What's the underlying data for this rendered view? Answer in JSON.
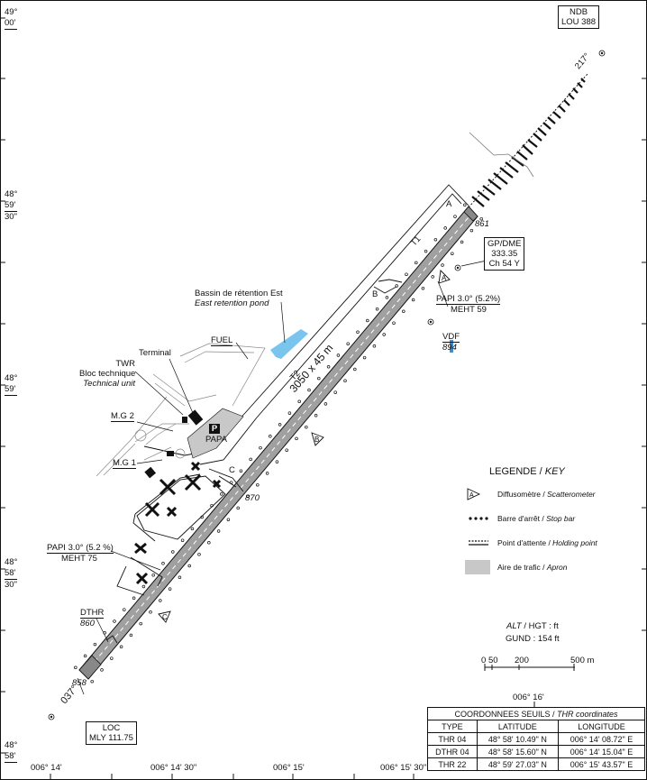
{
  "lat_labels": [
    {
      "deg": "49°",
      "min": "00'",
      "sec": ""
    },
    {
      "deg": "48°",
      "min": "59'",
      "sec": "30\""
    },
    {
      "deg": "48°",
      "min": "59'",
      "sec": ""
    },
    {
      "deg": "48°",
      "min": "58'",
      "sec": "30\""
    },
    {
      "deg": "48°",
      "min": "58'",
      "sec": ""
    }
  ],
  "lon_labels": [
    "006° 14'",
    "006° 14' 30\"",
    "006° 15'",
    "006° 15' 30\""
  ],
  "lon_top_label": "006° 16'",
  "ndb": {
    "name": "NDB",
    "value": "LOU 388"
  },
  "loc": {
    "name": "LOC",
    "value": "MLY 111.75"
  },
  "gp_dme": {
    "name": "GP/DME",
    "freq": "333.35",
    "ch": "Ch 54 Y"
  },
  "vdf": {
    "name": "VDF",
    "elev": "894"
  },
  "papi_ne": {
    "text": "PAPI 3.0° (5.2%)",
    "meht": "MEHT 59"
  },
  "papi_sw": {
    "text": "PAPI 3.0° (5.2 %)",
    "meht": "MEHT 75"
  },
  "elev_ne": "861",
  "elev_mid": "870",
  "elev_sw": "858",
  "dthr": {
    "name": "DTHR",
    "elev": "860"
  },
  "qfu_ne": "217°",
  "qfu_sw": "037°",
  "runway_dim": "3050 x 45 m",
  "taxiways": {
    "t1": "T1",
    "t2": "T2",
    "a": "A",
    "b": "B",
    "c": "C"
  },
  "scatterometers": [
    "A",
    "B",
    "C"
  ],
  "pond": {
    "fr": "Bassin de rétention Est",
    "en": "East retention pond"
  },
  "fuel": "FUEL",
  "terminal": "Terminal",
  "twr": {
    "name": "TWR",
    "fr": "Bloc technique",
    "en": "Technical unit"
  },
  "mg2": "M.G 2",
  "mg1": "M.G 1",
  "parking": {
    "icon": "P",
    "name": "PAPA"
  },
  "legend": {
    "title_fr": "LEGENDE / ",
    "title_en": "KEY",
    "items": [
      {
        "fr": "Diffusomètre / ",
        "en": "Scatterometer",
        "icon": "scatterometer-icon"
      },
      {
        "fr": "Barre d'arrêt / ",
        "en": "Stop bar",
        "icon": "stop-bar-icon"
      },
      {
        "fr": "Point d'attente / ",
        "en": "Holding point",
        "icon": "holding-point-icon"
      },
      {
        "fr": "Aire de trafic / ",
        "en": "Apron",
        "icon": "apron-swatch"
      }
    ]
  },
  "alt_hgt": {
    "alt": "ALT",
    "rest": " / HGT : ft"
  },
  "gund": "GUND : 154 ft",
  "scale": {
    "labels": [
      "0",
      "50",
      "200",
      "500 m"
    ]
  },
  "coord_table": {
    "title_fr": "COORDONNEES SEUILS / ",
    "title_en": "THR coordinates",
    "headers": [
      "TYPE",
      "LATITUDE",
      "LONGITUDE"
    ],
    "rows": [
      [
        "THR 04",
        "48° 58' 10.49\" N",
        "006° 14' 08.72\" E"
      ],
      [
        "DTHR 04",
        "48° 58' 15.60\" N",
        "006° 14' 15.04\" E"
      ],
      [
        "THR 22",
        "48° 59' 27.03\" N",
        "006° 15' 43.57\" E"
      ]
    ]
  },
  "colors": {
    "apron": "#c8c8c8",
    "pond": "#79c5ee",
    "runway": "#a0a0a0",
    "line": "#111111"
  }
}
